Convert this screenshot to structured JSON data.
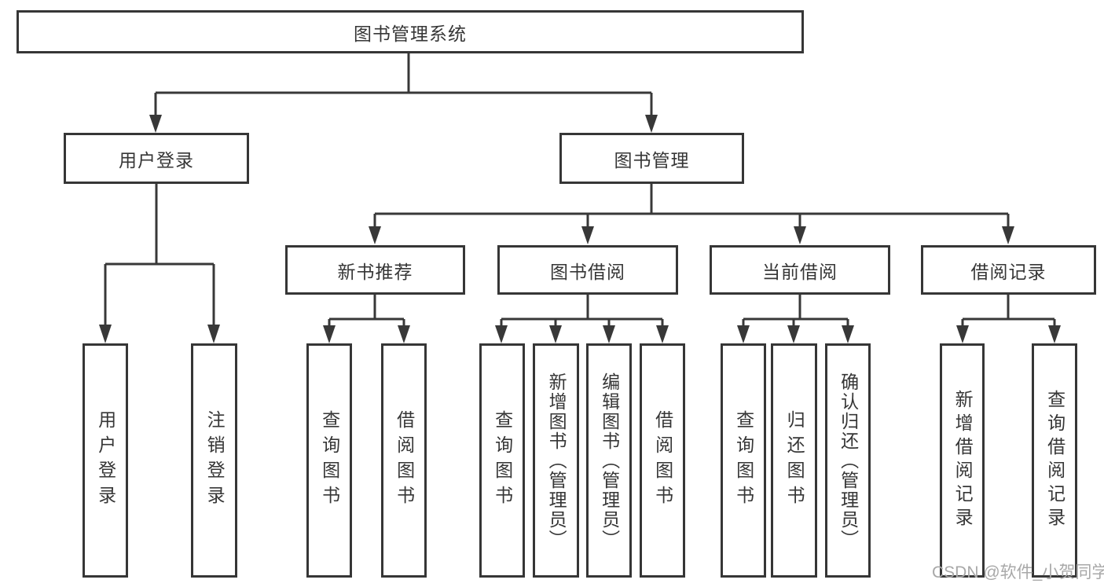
{
  "diagram": {
    "type": "hierarchy",
    "title": "图书管理系统",
    "tree": {
      "label": "图书管理系统",
      "children": [
        {
          "label": "用户登录",
          "children": [
            {
              "label": "用户登录"
            },
            {
              "label": "注销登录"
            }
          ]
        },
        {
          "label": "图书管理",
          "children": [
            {
              "label": "新书推荐",
              "children": [
                {
                  "label": "查询图书"
                },
                {
                  "label": "借阅图书"
                }
              ]
            },
            {
              "label": "图书借阅",
              "children": [
                {
                  "label": "查询图书"
                },
                {
                  "label": "新增图书（管理员）"
                },
                {
                  "label": "编辑图书（管理员）"
                },
                {
                  "label": "借阅图书"
                }
              ]
            },
            {
              "label": "当前借阅",
              "children": [
                {
                  "label": "查询图书"
                },
                {
                  "label": "归还图书"
                },
                {
                  "label": "确认归还（管理员）"
                }
              ]
            },
            {
              "label": "借阅记录",
              "children": [
                {
                  "label": "新增借阅记录"
                },
                {
                  "label": "查询借阅记录"
                }
              ]
            }
          ]
        }
      ]
    },
    "colors": {
      "line": "#383838",
      "box_border": "#363636",
      "text": "#363636",
      "background": "#ffffff",
      "watermark": "#a8a8a8"
    }
  },
  "watermark": {
    "text": "CSDN @软件_小贺同学"
  }
}
